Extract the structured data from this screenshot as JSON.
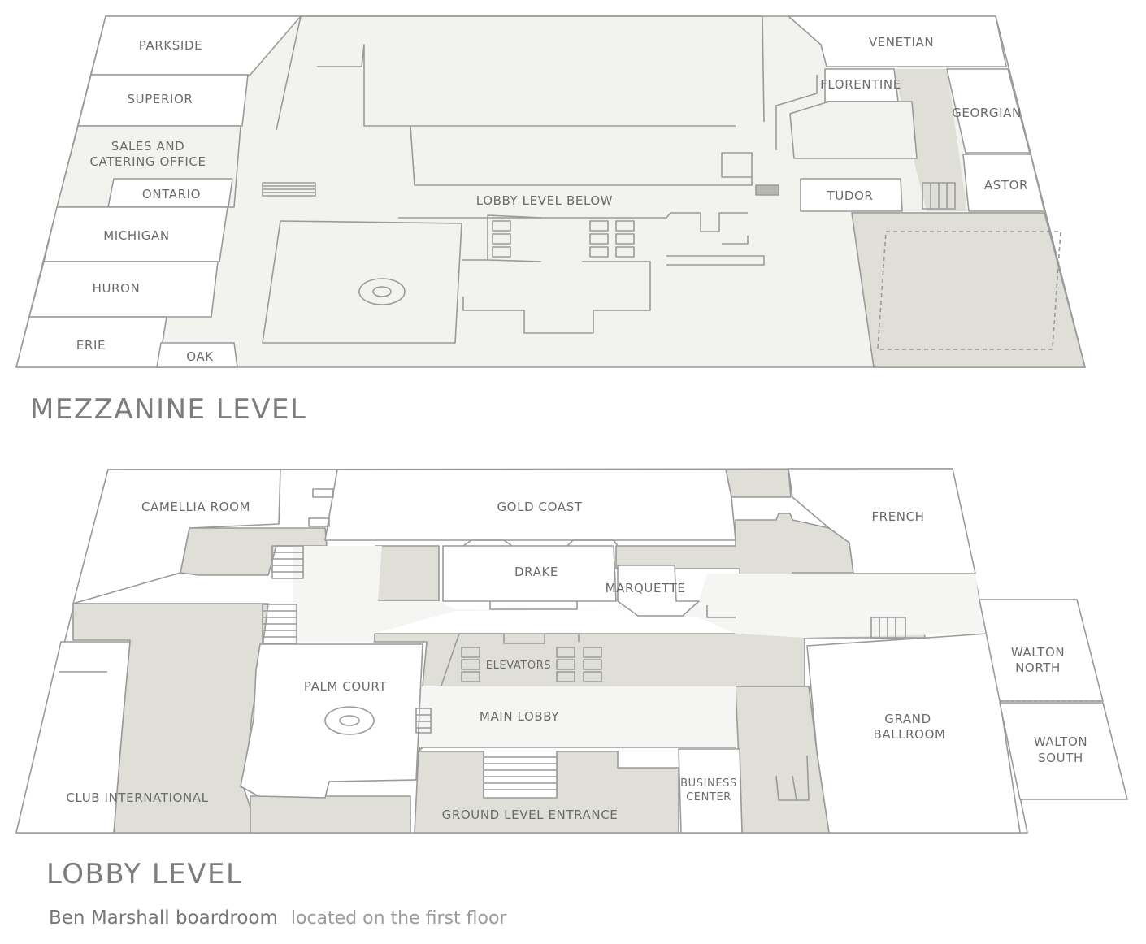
{
  "mezzanine": {
    "title": "MEZZANINE LEVEL",
    "rooms": {
      "parkside": "PARKSIDE",
      "superior": "SUPERIOR",
      "sales1": "SALES AND",
      "sales2": "CATERING OFFICE",
      "ontario": "ONTARIO",
      "michigan": "MICHIGAN",
      "huron": "HURON",
      "erie": "ERIE",
      "oak": "OAK",
      "lobby_below": "LOBBY LEVEL BELOW",
      "venetian": "VENETIAN",
      "florentine": "FLORENTINE",
      "georgian": "GEORGIAN",
      "tudor": "TUDOR",
      "astor": "ASTOR"
    }
  },
  "lobby": {
    "title": "LOBBY LEVEL",
    "rooms": {
      "camellia": "CAMELLIA ROOM",
      "gold_coast": "GOLD COAST",
      "french": "FRENCH",
      "drake": "DRAKE",
      "marquette": "MARQUETTE",
      "elevators": "ELEVATORS",
      "palm_court": "PALM COURT",
      "main_lobby": "MAIN LOBBY",
      "grand1": "GRAND",
      "grand2": "BALLROOM",
      "walton_north1": "WALTON",
      "walton_north2": "NORTH",
      "walton_south1": "WALTON",
      "walton_south2": "SOUTH",
      "business1": "BUSINESS",
      "business2": "CENTER",
      "club": "CLUB INTERNATIONAL",
      "ground_entrance": "GROUND LEVEL ENTRANCE"
    }
  },
  "footnote": {
    "room": "Ben Marshall boardroom",
    "text": "located on the first floor"
  },
  "colors": {
    "wall": "#9a9a9a",
    "corridor": "#f2f2ee",
    "service": "#dfdfd8",
    "room": "#ffffff"
  }
}
